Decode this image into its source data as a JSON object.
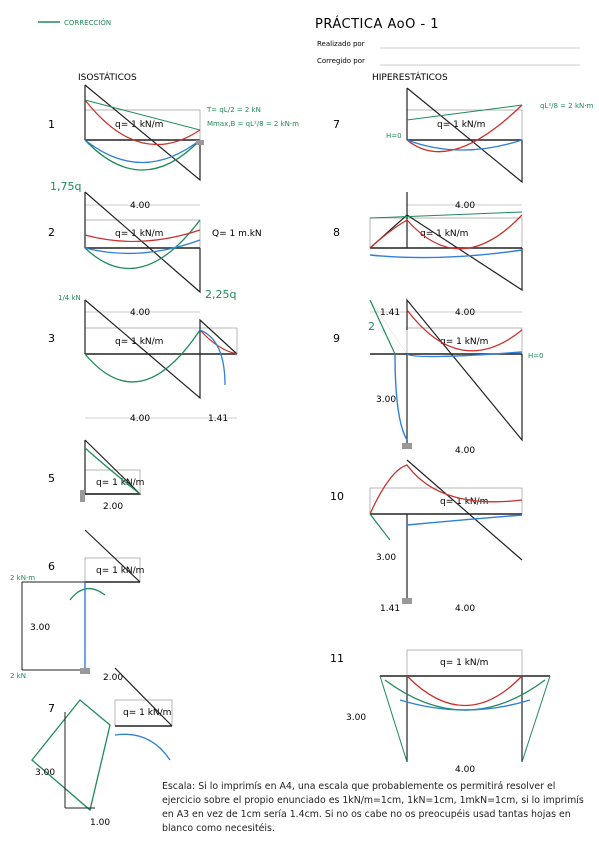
{
  "legend": {
    "correction": "CORRECCIÓN"
  },
  "header": {
    "title": "PRÁCTICA AoO - 1",
    "realizado": "Realizado por",
    "corregido": "Corregido por"
  },
  "sections": {
    "left": "ISOSTÁTICOS",
    "right": "HIPERESTÁTICOS"
  },
  "problems": {
    "p1": {
      "num": "1",
      "load": "q= 1 kN/m",
      "t_note": "T=  qL/2  = 2 kN",
      "m_note": "Mmax,B =  qL²/8  = 2 kN·m"
    },
    "p2": {
      "num": "2",
      "load": "q= 1 kN/m",
      "span": "4.00",
      "top": "1,75q",
      "bottom": "2,25q",
      "moment": "Q= 1 m.kN"
    },
    "p3": {
      "num": "3",
      "load": "q= 1 kN/m",
      "span": "4.00",
      "span2": "1.41",
      "top": "1/4 kN"
    },
    "p5": {
      "num": "5",
      "load": "q= 1 kN/m",
      "span": "2.00"
    },
    "p6": {
      "num": "6",
      "load": "q= 1 kN/m",
      "height": "3.00",
      "span": "2.00",
      "label_a": "2 kN·m",
      "label_b": "2 kN"
    },
    "p7b": {
      "num": "7",
      "load": "q= 1 kN/m",
      "height": "3.00",
      "span": "1.00"
    },
    "p7": {
      "num": "7",
      "load": "q= 1 kN/m",
      "note": "qL²/8 = 2 kN·m",
      "h": "H=0"
    },
    "p8": {
      "num": "8",
      "load": "q= 1 kN/m",
      "span": "4.00"
    },
    "p9": {
      "num": "9",
      "load": "q= 1 kN/m",
      "span": "4.00",
      "span2": "1.41",
      "height": "3.00",
      "h": "H=0",
      "side": "2",
      "span_b": "4.00"
    },
    "p10": {
      "num": "10",
      "load": "q= 1 kN/m",
      "height": "3.00",
      "span": "1.41",
      "span_b": "4.00"
    },
    "p11": {
      "num": "11",
      "load": "q= 1 kN/m",
      "height": "3.00",
      "span": "4.00"
    }
  },
  "note": "Escala: Si lo imprimís en A4, una escala que probablemente os permitirá resolver el ejercicio sobre el propio enunciado es 1kN/m=1cm, 1kN=1cm, 1mkN=1cm, si lo imprimís en A3 en vez de 1cm sería 1.4cm. Si no os cabe no os preocupéis usad tantas hojas en blanco como necesitéis.",
  "colors": {
    "green": "#1f8a5a",
    "red": "#c8322e",
    "blue": "#2f7fd8",
    "ink": "#222222",
    "grey": "#999999"
  }
}
